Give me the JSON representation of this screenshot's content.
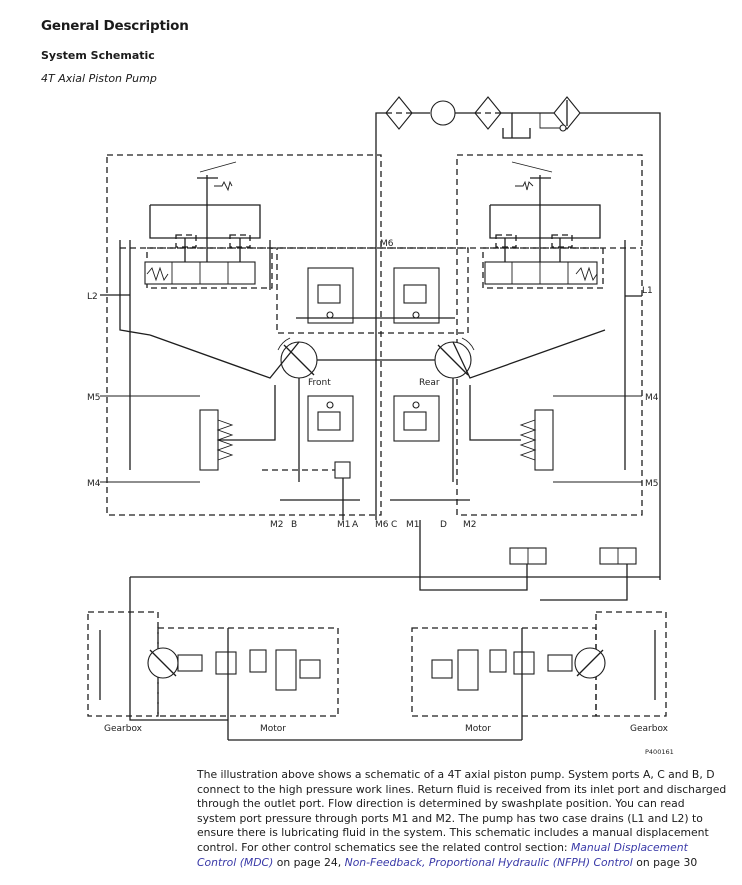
{
  "header": {
    "section_title": "General Description",
    "subsection_title": "System Schematic",
    "figure_caption": "4T Axial Piston Pump"
  },
  "schematic": {
    "labels": {
      "m6_top": "M6",
      "l1": "L1",
      "l2": "L2",
      "m5_left": "M5",
      "m4_left": "M4",
      "m4_right": "M4",
      "m5_right": "M5",
      "front": "Front",
      "rear": "Rear",
      "m2_left": "M2",
      "b": "B",
      "m1_left": "M1",
      "a": "A",
      "m6_bottom": "M6",
      "c": "C",
      "m1_right": "M1",
      "d": "D",
      "m2_right": "M2",
      "gearbox_left": "Gearbox",
      "motor_left": "Motor",
      "motor_right": "Motor",
      "gearbox_right": "Gearbox",
      "figure_id": "P400161"
    },
    "colors": {
      "line": "#1e1e1e",
      "link": "#3a3aa8"
    }
  },
  "description": {
    "text_before": "The illustration above shows a schematic of a 4T axial piston pump. System ports A, C and B, D connect to the high pressure work lines. Return fluid is received from its inlet port and discharged through the outlet port. Flow direction is determined by swashplate position. You can read system port pressure through ports M1 and M2. The pump has two case drains (L1 and L2) to ensure there is lubricating fluid in the system. This schematic includes a manual displacement control. For other control schematics see the related control section: ",
    "link1": "Manual Displacement Control (MDC)",
    "text_mid": " on page 24, ",
    "link2": "Non-Feedback, Proportional Hydraulic (NFPH) Control",
    "text_end": " on page 30"
  }
}
